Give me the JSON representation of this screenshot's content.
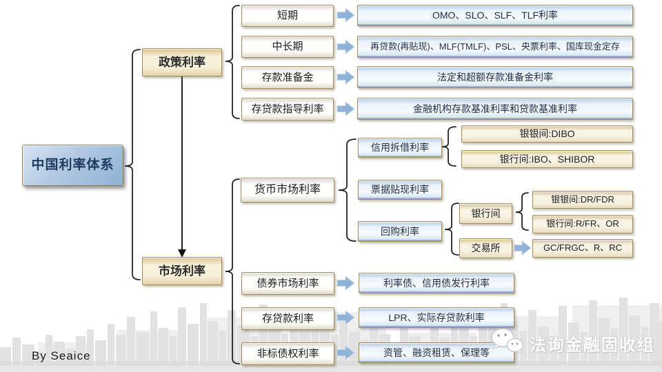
{
  "root": {
    "label": "中国利率体系"
  },
  "policy": {
    "label": "政策利率",
    "rows": [
      {
        "label": "短期",
        "leaf": "OMO、SLO、SLF、TLF利率"
      },
      {
        "label": "中长期",
        "leaf": "再贷款(再贴现)、MLF(TMLF)、PSL、央票利率、国库现金定存"
      },
      {
        "label": "存款准备金",
        "leaf": "法定和超额存款准备金利率"
      },
      {
        "label": "存贷款指导利率",
        "leaf": "金融机构存款基准利率和贷款基准利率"
      }
    ]
  },
  "market": {
    "label": "市场利率",
    "money": {
      "label": "货币市场利率",
      "credit": {
        "label": "信用拆借利率",
        "leaves": [
          "银银间:DIBO",
          "银行间:IBO、SHIBOR"
        ]
      },
      "bill": {
        "label": "票据贴现利率"
      },
      "repo": {
        "label": "回购利率",
        "interbank": {
          "label": "银行间",
          "leaves": [
            "银银间:DR/FDR",
            "银行间:R/FR、OR"
          ]
        },
        "exchange": {
          "label": "交易所",
          "leaf": "GC/FRGC、R、RC"
        }
      }
    },
    "rows": [
      {
        "label": "债券市场利率",
        "leaf": "利率债、信用债发行利率"
      },
      {
        "label": "存贷款利率",
        "leaf": "LPR、实际存贷款利率"
      },
      {
        "label": "非标债权利率",
        "leaf": "资管、融资租赁、保理等"
      }
    ]
  },
  "footer": {
    "credit": "By Seaice",
    "watermark": "法询金融固收组"
  },
  "colors": {
    "root_fill": "#a9c4de",
    "cream_fill": "#f6efd8",
    "blue_leaf_fill": "#ebf2fa",
    "cream_leaf_fill": "#f7f1e1",
    "border_tan": "#a08a58",
    "flow_arrow_blue": "#8fb2d6",
    "connector_black": "#222222",
    "root_text_navy": "#1e3a5f"
  }
}
